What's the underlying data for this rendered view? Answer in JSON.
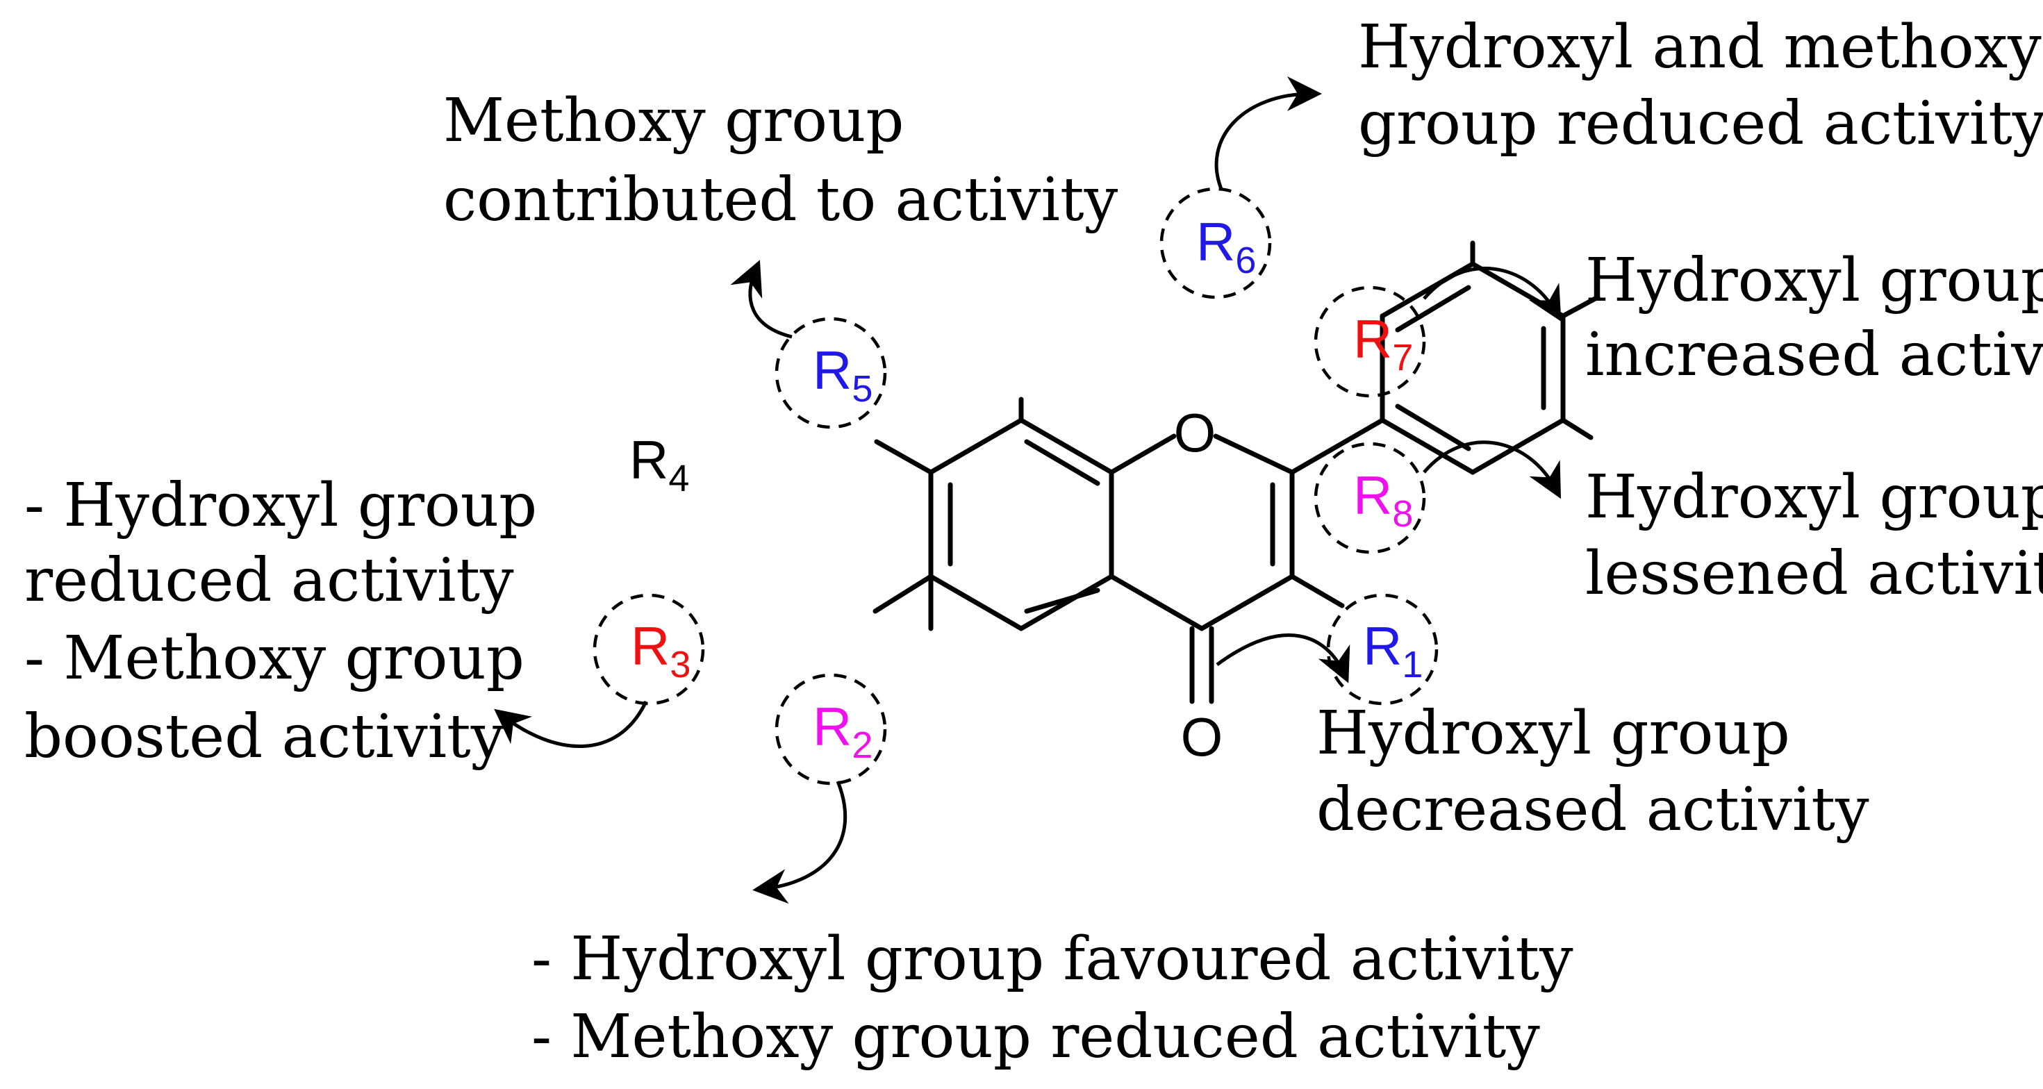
{
  "colors": {
    "blue": "#1f18e6",
    "red": "#ee1111",
    "magenta": "#ee11ee",
    "black": "#000000"
  },
  "atoms": {
    "ring_oxygen": "O",
    "carbonyl_oxygen": "O"
  },
  "substituents": {
    "r1": {
      "letter": "R",
      "index": "1",
      "color": "blue"
    },
    "r2": {
      "letter": "R",
      "index": "2",
      "color": "magenta"
    },
    "r3": {
      "letter": "R",
      "index": "3",
      "color": "red"
    },
    "r4": {
      "letter": "R",
      "index": "4",
      "color": "black"
    },
    "r5": {
      "letter": "R",
      "index": "5",
      "color": "blue"
    },
    "r6": {
      "letter": "R",
      "index": "6",
      "color": "blue"
    },
    "r7": {
      "letter": "R",
      "index": "7",
      "color": "red"
    },
    "r8": {
      "letter": "R",
      "index": "8",
      "color": "magenta"
    }
  },
  "notes": {
    "r6": [
      "Hydroxyl and methoxy",
      "group reduced activity"
    ],
    "r5": [
      "Methoxy group",
      "contributed to activity"
    ],
    "r7": [
      "Hydroxyl group",
      "increased activity"
    ],
    "r8": [
      "Hydroxyl group",
      "lessened activity"
    ],
    "r1": [
      "Hydroxyl group",
      "decreased activity"
    ],
    "r3": [
      "- Hydroxyl group",
      "reduced activity",
      "- Methoxy group",
      "boosted activity"
    ],
    "r2": [
      "- Hydroxyl group favoured activity",
      "- Methoxy group reduced activity"
    ]
  }
}
